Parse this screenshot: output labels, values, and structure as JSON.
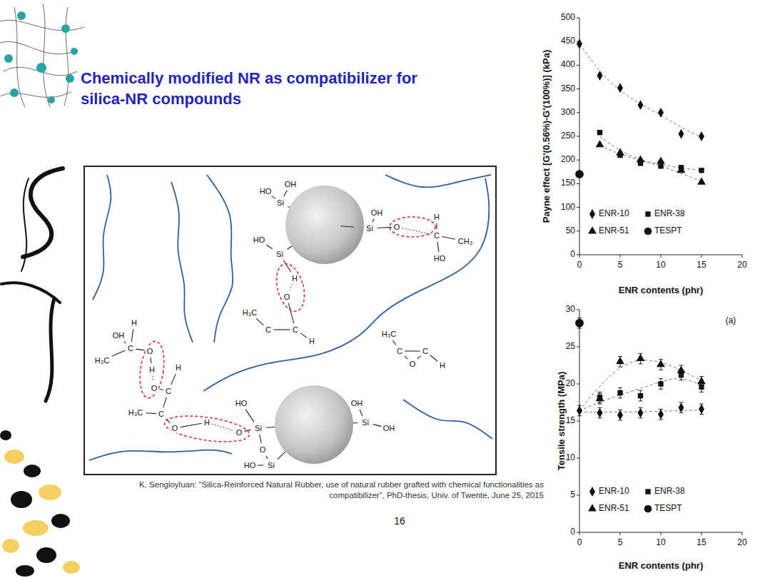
{
  "diagram": {
    "title": "Chemically modified NR as compatibilizer for silica-NR compounds",
    "caption": "K. Sengloyluan: “Silica-Reinforced Natural Rubber, use of natural rubber grafted with chemical functionalities as compatibilizer”, PhD-thesis, Univ. of Twente, June 25, 2015",
    "labels": [
      "16",
      "HO",
      "OH",
      "Si",
      "OH",
      "Si",
      "O",
      "H",
      "C",
      "CH₃",
      "HO",
      "HO",
      "Si",
      "H",
      "O",
      "H₃C",
      "C",
      "C",
      "H",
      "H₃C",
      "C",
      "O",
      "C",
      "H",
      "H",
      "OH",
      "C",
      "H₃C",
      "O",
      "H",
      "O",
      "H",
      "C",
      "H₃C",
      "C",
      "O",
      "H",
      "O",
      "Si",
      "HO",
      "O",
      "Si",
      "HO",
      "OH",
      "Si",
      "OH",
      "0",
      "50",
      "100",
      "150",
      "200",
      "250",
      "300",
      "350",
      "400",
      "450",
      "500",
      "0",
      "5",
      "10",
      "15",
      "20",
      "Payne effect [G'(0.56%)-G'(100%)] (kPa)",
      "ENR contents (phr)",
      "0",
      "5",
      "10",
      "15",
      "20",
      "25",
      "30",
      "0",
      "5",
      "10",
      "15",
      "20",
      "Tensile strength (MPa)",
      "(a)",
      "ENR contents (phr)"
    ],
    "legend": [
      {
        "text": "ENR-10"
      },
      {
        "text": "ENR-38"
      },
      {
        "text": "ENR-51"
      },
      {
        "text": "TESPT"
      },
      {
        "text": "ENR-10"
      },
      {
        "text": "ENR-38"
      },
      {
        "text": "ENR-51"
      },
      {
        "text": "TESPT"
      }
    ]
  }
}
